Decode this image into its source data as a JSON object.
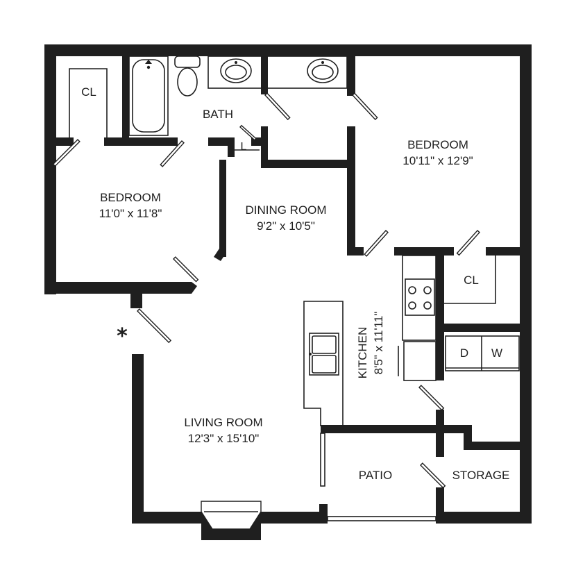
{
  "rooms": {
    "bedroom_left": {
      "name": "BEDROOM",
      "dims": "11'0\" x 11'8\""
    },
    "bedroom_right": {
      "name": "BEDROOM",
      "dims": "10'11\" x 12'9\""
    },
    "bath": {
      "name": "BATH"
    },
    "laundry": {
      "name": "L"
    },
    "closet_left": {
      "name": "CL"
    },
    "closet_right": {
      "name": "CL"
    },
    "dining": {
      "name": "DINING ROOM",
      "dims": "9'2\" x 10'5\""
    },
    "kitchen": {
      "name": "KITCHEN",
      "dims": "8'5\" x 11'11\""
    },
    "living": {
      "name": "LIVING ROOM",
      "dims": "12'3\" x 15'10\""
    },
    "patio": {
      "name": "PATIO"
    },
    "storage": {
      "name": "STORAGE"
    }
  },
  "appliances": {
    "dryer": "D",
    "washer": "W"
  },
  "entry_marker": "*"
}
